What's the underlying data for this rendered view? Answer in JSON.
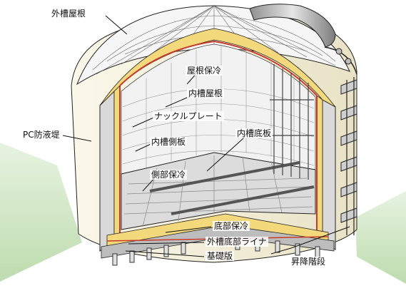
{
  "labels": {
    "outer_roof": "外槽屋根",
    "roof_insulation": "屋根保冷",
    "inner_roof": "内槽屋根",
    "knuckle_plate": "ナックルプレート",
    "inner_bottom": "内槽底板",
    "inner_wall": "内槽側板",
    "side_insulation": "側部保冷",
    "pc_dike": "PC防液堤",
    "bottom_insulation": "底部保冷",
    "outer_bottom_liner": "外槽底部ライナ",
    "foundation_slab": "基礎版",
    "stairway": "昇降階段"
  },
  "colors": {
    "background": "#ffffff",
    "ground_green": "#cfe8c4",
    "pc_wall": "#f5f0dc",
    "insulation_yellow": "#f3d97c",
    "liner_red": "#c83c2c",
    "slab_gray": "#bdbdbd",
    "line": "#222222"
  }
}
